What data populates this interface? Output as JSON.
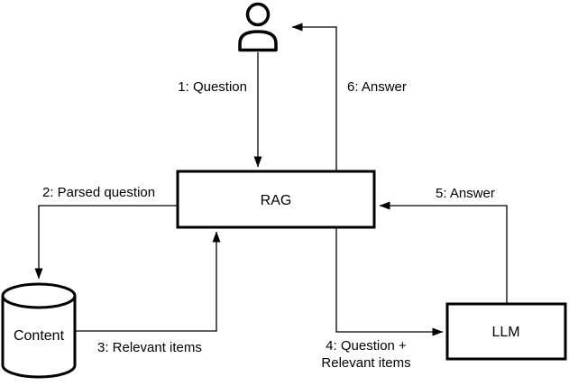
{
  "diagram": {
    "background": "#ffffff",
    "stroke_color": "#000000",
    "nodes": {
      "user": {
        "shape": "person-actor"
      },
      "rag": {
        "label": "RAG",
        "shape": "rectangle"
      },
      "content": {
        "label": "Content",
        "shape": "database-cylinder"
      },
      "llm": {
        "label": "LLM",
        "shape": "rectangle"
      }
    },
    "edges": [
      {
        "id": 1,
        "label": "1: Question",
        "from": "user",
        "to": "rag"
      },
      {
        "id": 2,
        "label": "2: Parsed question",
        "from": "rag",
        "to": "content"
      },
      {
        "id": 3,
        "label": "3: Relevant items",
        "from": "content",
        "to": "rag"
      },
      {
        "id": 4,
        "label_line1": "4: Question +",
        "label_line2": "Relevant items",
        "from": "rag",
        "to": "llm"
      },
      {
        "id": 5,
        "label": "5: Answer",
        "from": "llm",
        "to": "rag"
      },
      {
        "id": 6,
        "label": "6: Answer",
        "from": "rag",
        "to": "user"
      }
    ]
  }
}
